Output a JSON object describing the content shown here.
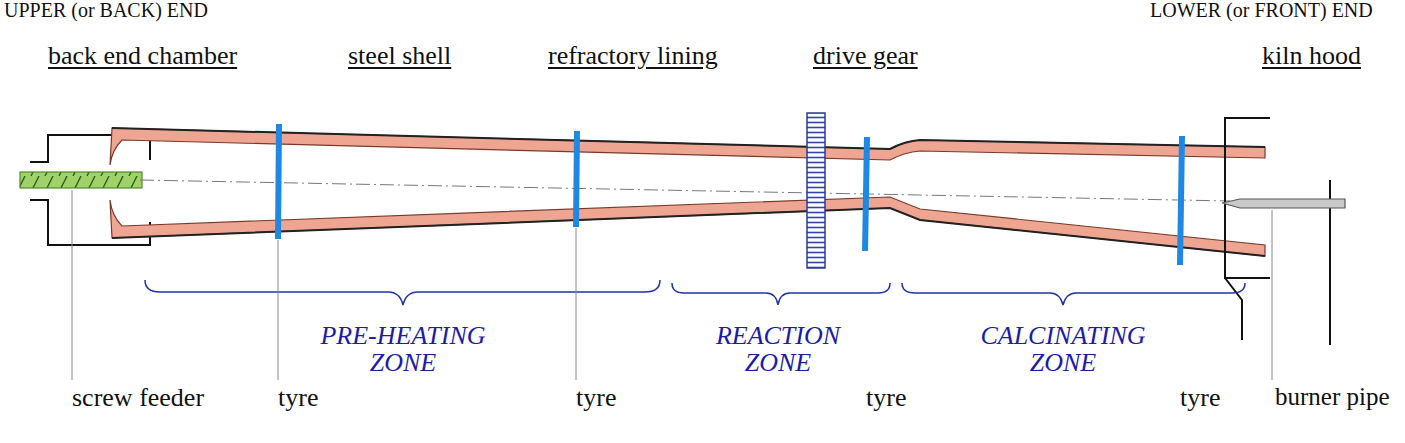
{
  "diagram": {
    "labels": [
      "UPPER (or BACK) END",
      "LOWER (or FRONT) END",
      "back end chamber",
      "steel shell",
      "refractory lining",
      "drive gear",
      "kiln hood",
      "PRE-HEATING ZONE",
      "REACTION ZONE",
      "CALCINATING ZONE",
      "screw feeder",
      "tyre",
      "tyre",
      "tyre",
      "tyre",
      "burner pipe"
    ]
  }
}
